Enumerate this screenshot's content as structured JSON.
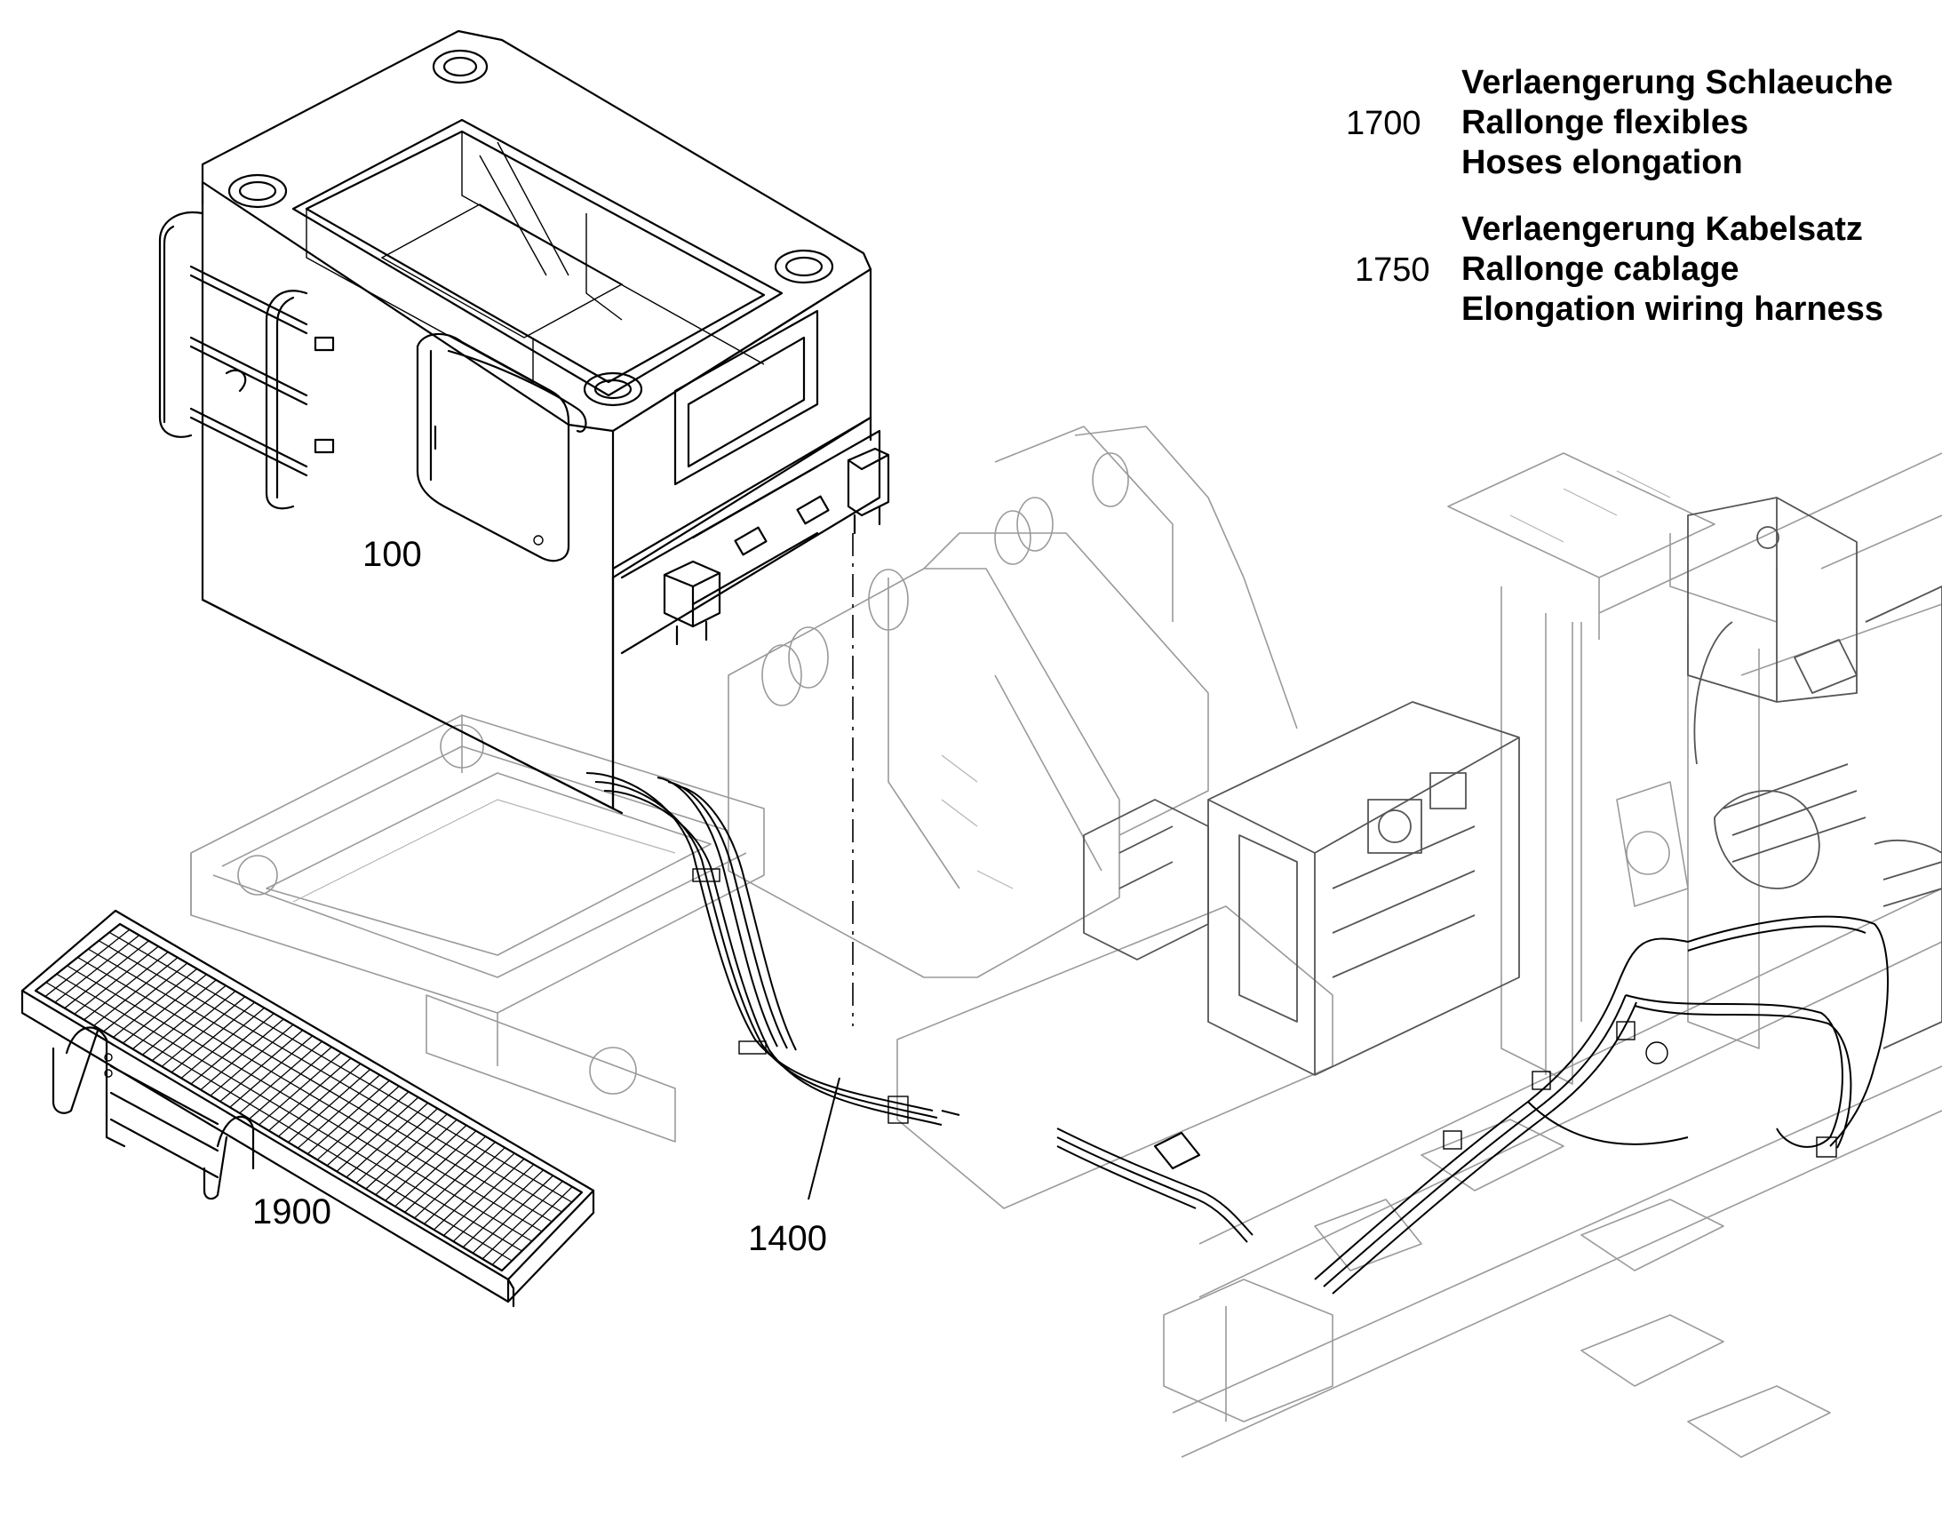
{
  "legend": [
    {
      "number": "1700",
      "lines": [
        "Verlaengerung Schlaeuche",
        "Rallonge flexibles",
        "Hoses elongation"
      ]
    },
    {
      "number": "1750",
      "lines": [
        "Verlaengerung Kabelsatz",
        "Rallonge cablage",
        "Elongation wiring harness"
      ]
    }
  ],
  "parts": {
    "tank_box": "100",
    "step_grating": "1900",
    "cable_harness": "1400"
  }
}
